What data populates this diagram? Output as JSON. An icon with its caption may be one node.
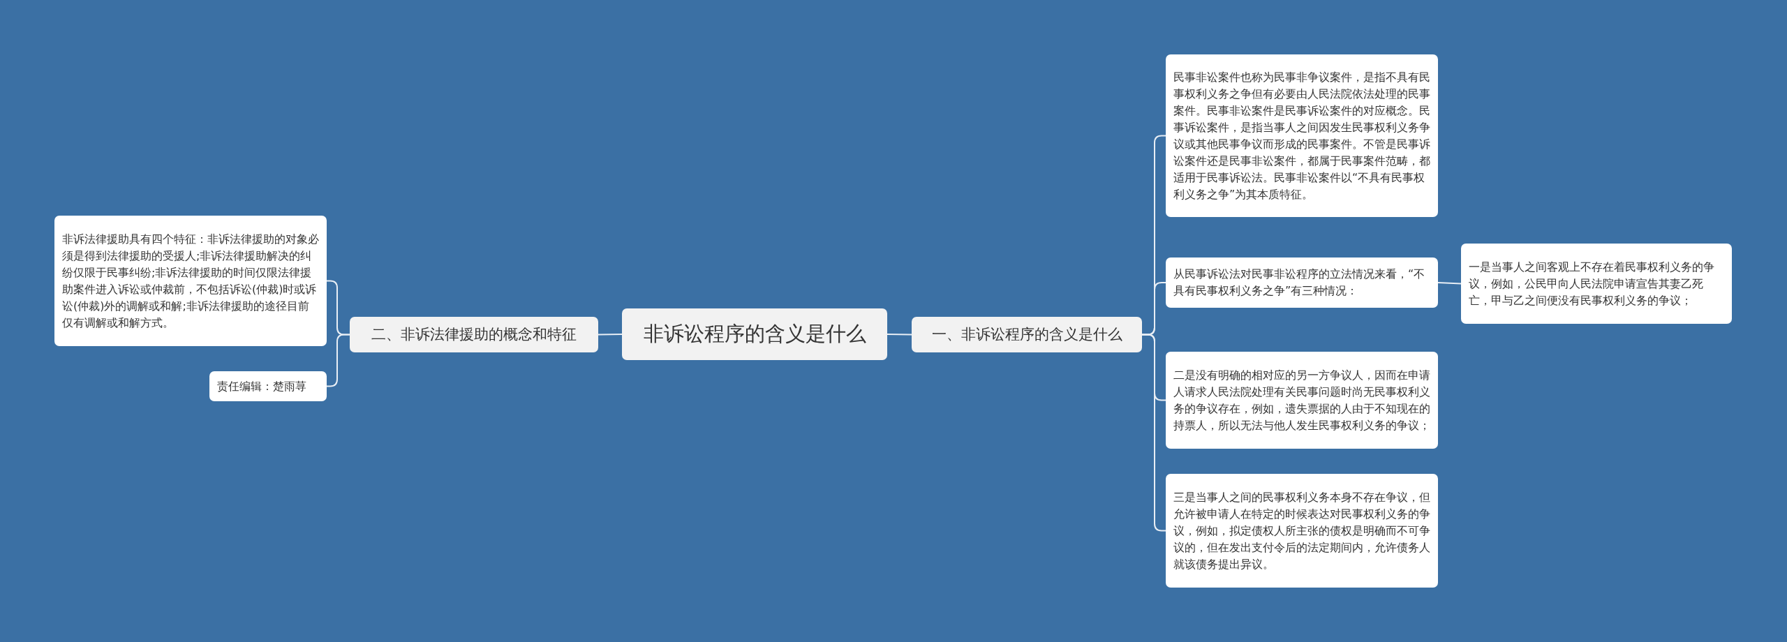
{
  "diagram": {
    "nodes": [
      {
        "text": [
          "非诉讼程序的含义是什么"
        ]
      },
      {
        "text": [
          "二、非诉法律援助的概念和特征"
        ]
      },
      {
        "text": [
          "非诉法律援助具有四个特征：非诉法律援助的对象必须是得到法律援助的受援人;非诉法律援助解决的纠纷仅限于民事纠纷;非诉法律援助的时间仅限法律援助案件进入诉讼或仲裁前，不包括诉讼(仲裁)时或诉讼(仲裁)外的调解或和解;非诉法律援助的途径目前仅有调解或和解方式。"
        ]
      },
      {
        "text": [
          "责任编辑：楚雨荨"
        ]
      },
      {
        "text": [
          "一、非诉讼程序的含义是什么"
        ]
      },
      {
        "text": [
          "民事非讼案件也称为民事非争议案件，是指不具有民事权利义务之争但有必要由人民法院依法处理的民事案件。民事非讼案件是民事诉讼案件的对应概念。民事诉讼案件，是指当事人之间因发生民事权利义务争议或其他民事争议而形成的民事案件。不管是民事诉讼案件还是民事非讼案件，都属于民事案件范畴，都适用于民事诉讼法。民事非讼案件以“不具有民事权利义务之争”为其本质特征。"
        ]
      },
      {
        "text": [
          "从民事诉讼法对民事非讼程序的立法情况来看，“不具有民事权利义务之争”有三种情况："
        ]
      },
      {
        "text": [
          "一是当事人之间客观上不存在着民事权利义务的争议，例如，公民甲向人民法院申请宣告其妻乙死亡，甲与乙之间便没有民事权利义务的争议；"
        ]
      },
      {
        "text": [
          "二是没有明确的相对应的另一方争议人，因而在申请人请求人民法院处理有关民事问题时尚无民事权利义务的争议存在，例如，遗失票据的人由于不知现在的持票人，所以无法与他人发生民事权利义务的争议；"
        ]
      },
      {
        "text": [
          "三是当事人之间的民事权利义务本身不存在争议，但允许被申请人在特定的时候表达对民事权利义务的争议，例如，拟定债权人所主张的债权是明确而不可争议的，但在发出支付令后的法定期间内，允许债务人就该债务提出异议。"
        ]
      }
    ],
    "edges": [
      {
        "from": 0,
        "to": 1,
        "arrow": "none"
      },
      {
        "from": 1,
        "to": 2,
        "arrow": "none"
      },
      {
        "from": 1,
        "to": 3,
        "arrow": "none"
      },
      {
        "from": 0,
        "to": 4,
        "arrow": "none"
      },
      {
        "from": 4,
        "to": 5,
        "arrow": "none"
      },
      {
        "from": 4,
        "to": 6,
        "arrow": "none"
      },
      {
        "from": 6,
        "to": 7,
        "arrow": "none"
      },
      {
        "from": 4,
        "to": 8,
        "arrow": "none"
      },
      {
        "from": 4,
        "to": 9,
        "arrow": "none"
      }
    ]
  }
}
